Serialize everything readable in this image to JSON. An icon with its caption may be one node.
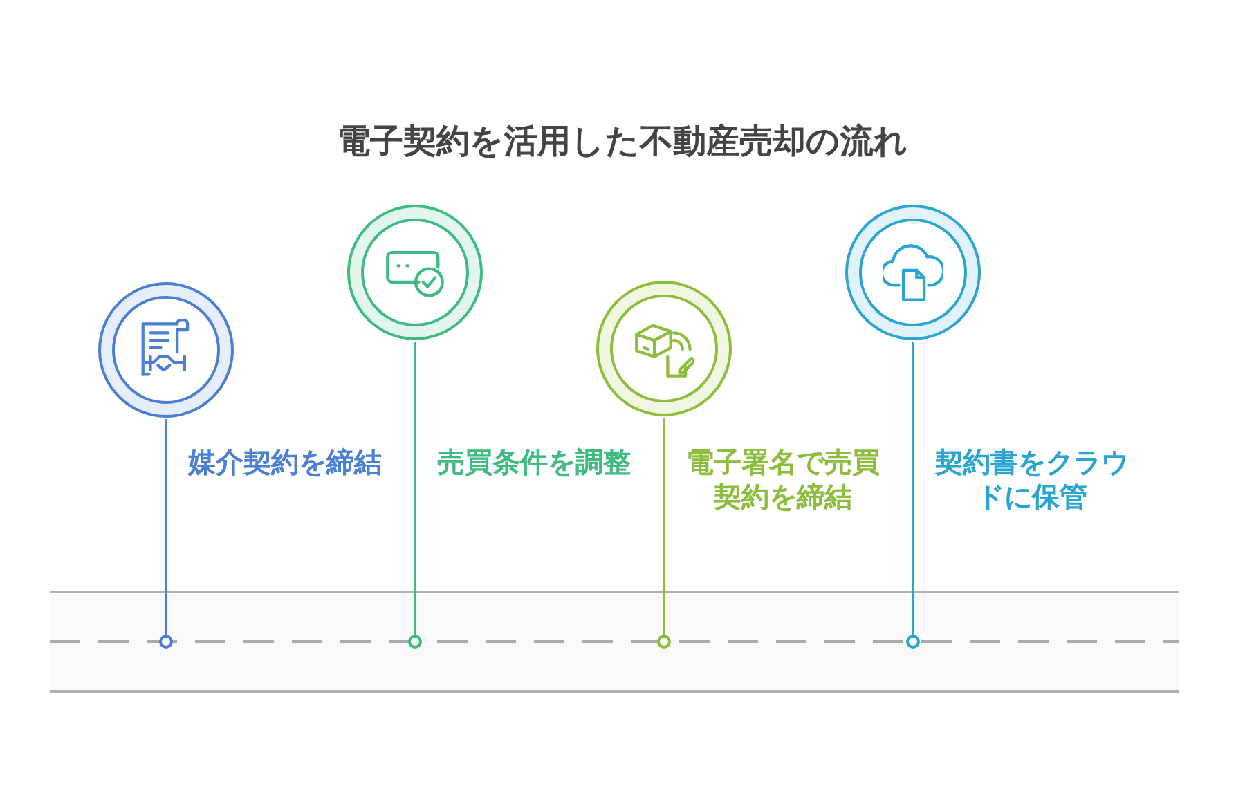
{
  "diagram": {
    "title": "電子契約を活用した不動産売却の流れ",
    "nodes": [
      {
        "text": [],
        "shape": "circle"
      },
      {
        "text": [],
        "shape": "circle"
      },
      {
        "text": [],
        "shape": "circle"
      },
      {
        "text": [],
        "shape": "circle"
      },
      {
        "text": [],
        "shape": "band"
      },
      {
        "text": [],
        "shape": "circle",
        "in": 4
      },
      {
        "text": [],
        "shape": "circle",
        "in": 4
      },
      {
        "text": [],
        "shape": "circle",
        "in": 4
      },
      {
        "text": [],
        "shape": "circle",
        "in": 4
      }
    ],
    "edges": [
      {
        "from": 0,
        "to": 5,
        "arrow": "none",
        "color": "#4a7fd6"
      },
      {
        "from": 1,
        "to": 6,
        "arrow": "none",
        "color": "#3dbb80"
      },
      {
        "from": 2,
        "to": 7,
        "arrow": "none",
        "color": "#8cbd3c"
      },
      {
        "from": 3,
        "to": 8,
        "arrow": "none",
        "color": "#2aa5d3"
      }
    ],
    "labels": [
      "媒介契約を締結",
      "売買条件を調整",
      "電子署名で売買契約を締結",
      "契約書をクラウドに保管"
    ]
  }
}
